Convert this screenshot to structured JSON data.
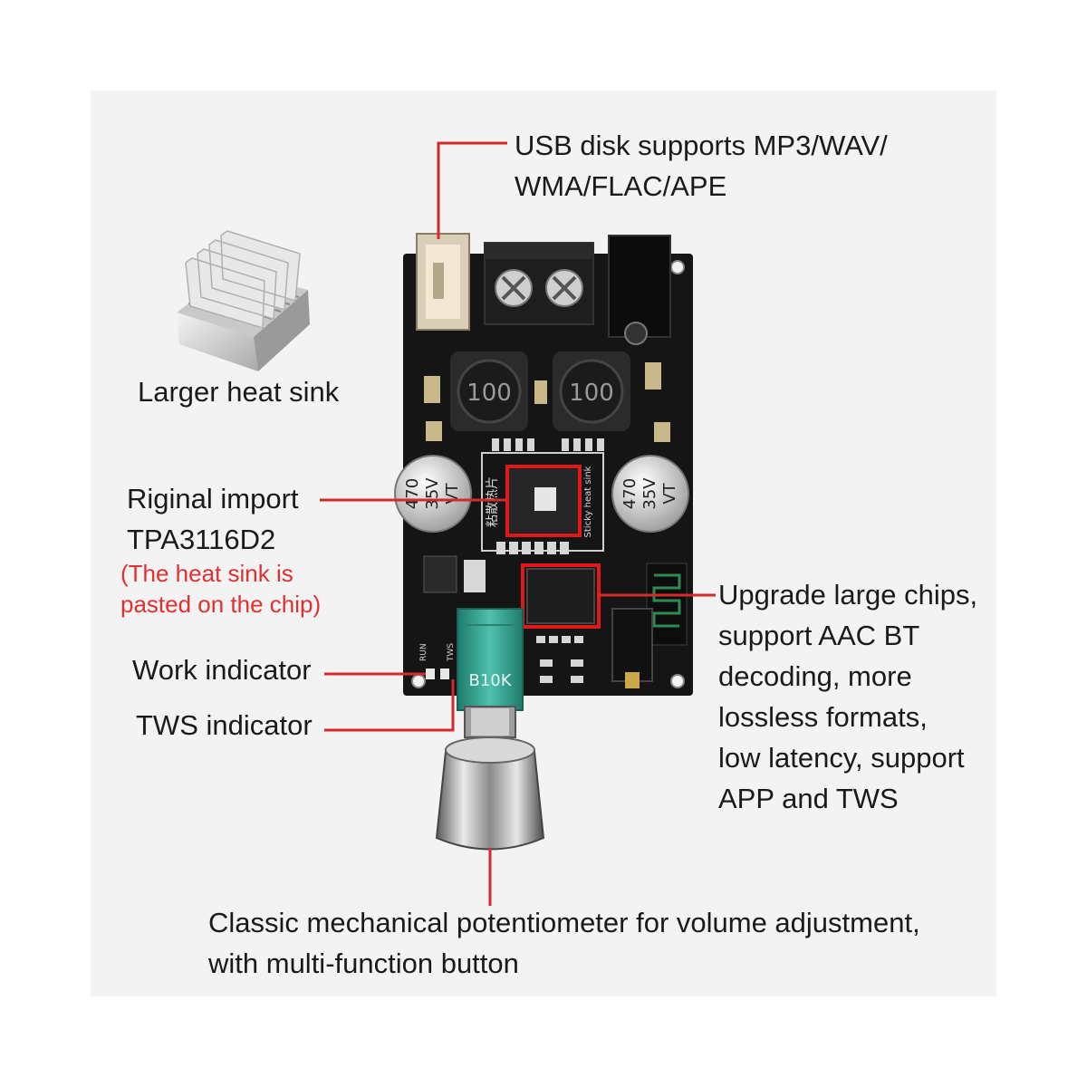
{
  "colors": {
    "background": "#f3f3f3",
    "callout_line": "#d42a2a",
    "highlight": "#e01818",
    "board": "#151515",
    "knob_base": "#2f9c8c",
    "note_text": "#e03030"
  },
  "callouts": {
    "usb": "USB disk supports MP3/WAV/\nWMA/FLAC/APE",
    "heatsink": "Larger heat sink",
    "chip_title": "Riginal import\nTPA3116D2",
    "chip_note": "(The heat sink is\npasted on the chip)",
    "work_indicator": "Work indicator",
    "tws_indicator": "TWS indicator",
    "bt_chip": "Upgrade large chips,\nsupport AAC BT\ndecoding, more\nlossless formats,\nlow latency, support\nAPP and TWS",
    "potentiometer": "Classic mechanical potentiometer for volume adjustment,\nwith multi-function button"
  },
  "board": {
    "inductor_left": "100",
    "inductor_right": "100",
    "cap_left_value": "470",
    "cap_left_voltage": "35V",
    "cap_left_code": "VT",
    "cap_right_value": "470",
    "cap_right_voltage": "35V",
    "cap_right_code": "VT",
    "heat_sink_cn": "粘散热片",
    "heat_sink_en": "Sticky heat sink",
    "pot_model": "B10K",
    "silk_led1": "RUN",
    "silk_led2": "TWS"
  }
}
